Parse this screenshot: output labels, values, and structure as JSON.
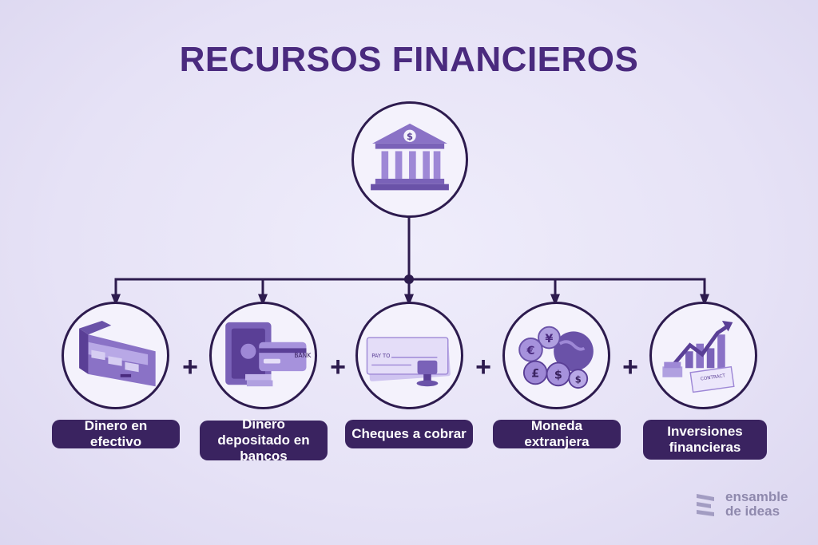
{
  "title": "RECURSOS FINANCIEROS",
  "root": {
    "icon": "bank-icon"
  },
  "items": [
    {
      "label": "Dinero en efectivo",
      "icon": "cash-drawer-icon"
    },
    {
      "label": "Dinero depositado en bancos",
      "icon": "bank-vault-icon"
    },
    {
      "label": "Cheques a cobrar",
      "icon": "cheque-icon"
    },
    {
      "label": "Moneda extranjera",
      "icon": "foreign-currency-icon"
    },
    {
      "label": "Inversiones financieras",
      "icon": "investment-chart-icon"
    }
  ],
  "operator": "+",
  "branding": {
    "line1": "ensamble",
    "line2": "de ideas"
  },
  "colors": {
    "title": "#4a2a7e",
    "line": "#2d1b4e",
    "label_bg": "#3a2360",
    "icon": "#8a72c6",
    "icon_dark": "#5a3f96"
  },
  "card_text": {
    "payto": "PAY TO",
    "bank": "BANK",
    "contract": "CONTRACT"
  }
}
